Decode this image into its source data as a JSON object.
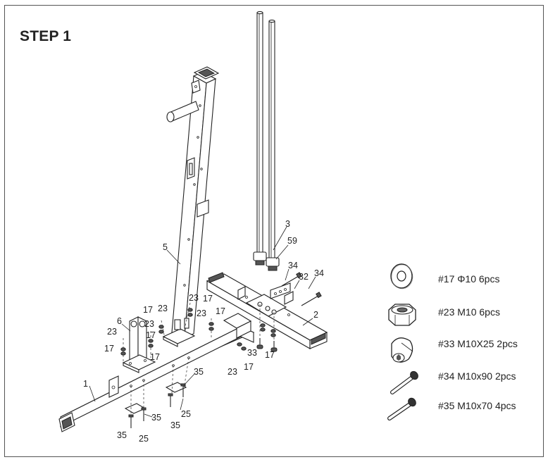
{
  "step": {
    "title": "STEP 1"
  },
  "part_labels": {
    "p1": "1",
    "p2": "2",
    "p3": "3",
    "p5": "5",
    "p6": "6",
    "p59": "59",
    "p34a": "34",
    "p34b": "34",
    "p32": "32",
    "p17a": "17",
    "p17b": "17",
    "p17c": "17",
    "p17d": "17",
    "p17e": "17",
    "p17f": "17",
    "p17g": "17",
    "p23a": "23",
    "p23b": "23",
    "p23c": "23",
    "p23d": "23",
    "p23e": "23",
    "p23f": "23",
    "p33": "33",
    "p35a": "35",
    "p35b": "35",
    "p35c": "35",
    "p35d": "35",
    "p25a": "25",
    "p25b": "25"
  },
  "legend": [
    {
      "icon": "washer-icon",
      "text": "#17 Φ10 6pcs"
    },
    {
      "icon": "nut-icon",
      "text": "#23 M10 6pcs"
    },
    {
      "icon": "button-head-bolt-icon",
      "text": "#33 M10X25 2pcs"
    },
    {
      "icon": "long-bolt-icon",
      "text": "#34 M10x90 2pcs"
    },
    {
      "icon": "bolt-icon",
      "text": "#35 M10x70 4pcs"
    }
  ]
}
